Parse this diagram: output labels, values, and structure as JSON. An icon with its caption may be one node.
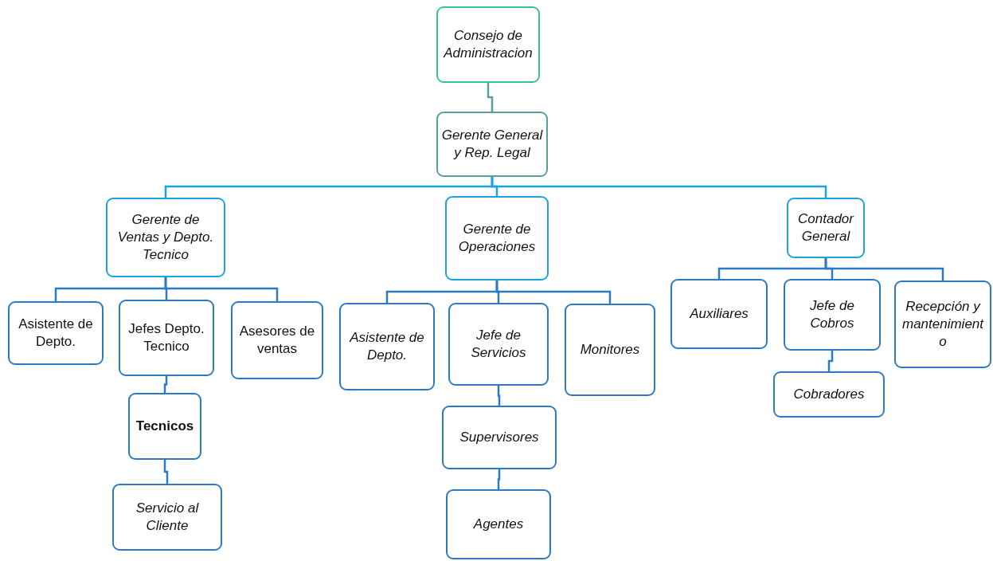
{
  "diagram": {
    "nodes": [
      {
        "text": [
          "Consejo de Administracion"
        ]
      },
      {
        "text": [
          "Gerente General y Rep. Legal"
        ]
      },
      {
        "text": [
          "Gerente de Ventas y Depto. Tecnico"
        ]
      },
      {
        "text": [
          "Gerente de Operaciones"
        ]
      },
      {
        "text": [
          "Contador General"
        ]
      },
      {
        "text": [
          "Asistente de Depto."
        ]
      },
      {
        "text": [
          "Jefes Depto. Tecnico"
        ]
      },
      {
        "text": [
          "Asesores de ventas"
        ]
      },
      {
        "text": [
          "Tecnicos"
        ]
      },
      {
        "text": [
          "Servicio al Cliente"
        ]
      },
      {
        "text": [
          "Asistente de Depto."
        ]
      },
      {
        "text": [
          "Jefe de Servicios"
        ]
      },
      {
        "text": [
          "Monitores"
        ]
      },
      {
        "text": [
          "Supervisores"
        ]
      },
      {
        "text": [
          "Agentes"
        ]
      },
      {
        "text": [
          "Auxiliares"
        ]
      },
      {
        "text": [
          "Jefe de Cobros"
        ]
      },
      {
        "text": [
          "Recepción y mantenimiento"
        ]
      },
      {
        "text": [
          "Cobradores"
        ]
      }
    ],
    "edges": [
      {
        "from": 0,
        "to": 1,
        "arrow": "none",
        "color": "#5a9e9e"
      },
      {
        "from": 1,
        "to": 2,
        "arrow": "none",
        "color": "#1aa3e0"
      },
      {
        "from": 1,
        "to": 3,
        "arrow": "none",
        "color": "#1aa3e0"
      },
      {
        "from": 1,
        "to": 4,
        "arrow": "none",
        "color": "#1aa3e0"
      },
      {
        "from": 2,
        "to": 5,
        "arrow": "none"
      },
      {
        "from": 2,
        "to": 6,
        "arrow": "none"
      },
      {
        "from": 2,
        "to": 7,
        "arrow": "none"
      },
      {
        "from": 6,
        "to": 8,
        "arrow": "none"
      },
      {
        "from": 8,
        "to": 9,
        "arrow": "none"
      },
      {
        "from": 3,
        "to": 10,
        "arrow": "none"
      },
      {
        "from": 3,
        "to": 11,
        "arrow": "none"
      },
      {
        "from": 3,
        "to": 12,
        "arrow": "none"
      },
      {
        "from": 11,
        "to": 13,
        "arrow": "none"
      },
      {
        "from": 13,
        "to": 14,
        "arrow": "none"
      },
      {
        "from": 4,
        "to": 15,
        "arrow": "none"
      },
      {
        "from": 4,
        "to": 16,
        "arrow": "none"
      },
      {
        "from": 4,
        "to": 17,
        "arrow": "none"
      },
      {
        "from": 16,
        "to": 18,
        "arrow": "none"
      }
    ]
  }
}
